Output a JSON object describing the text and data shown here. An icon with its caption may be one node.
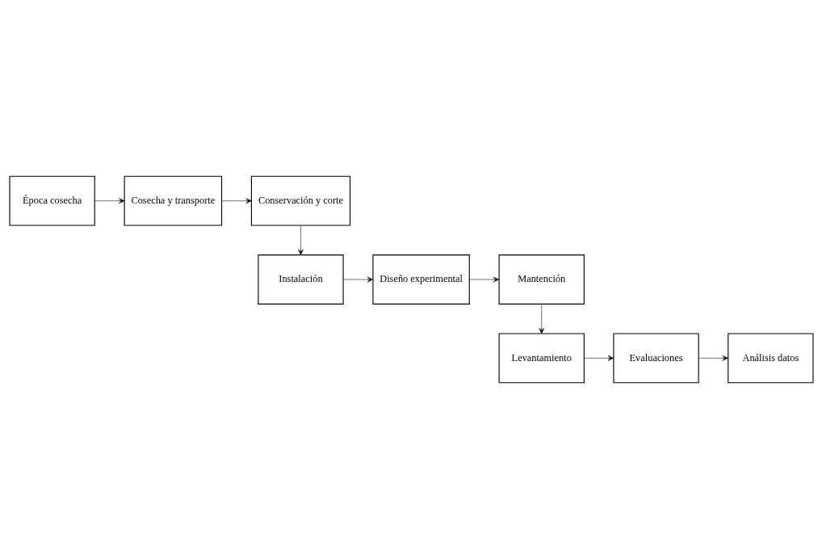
{
  "diagram": {
    "nodes": [
      {
        "text": [
          "Época cosecha"
        ]
      },
      {
        "text": [
          "Cosecha y transporte"
        ]
      },
      {
        "text": [
          "Conservación y corte"
        ]
      },
      {
        "text": [
          "Instalación"
        ]
      },
      {
        "text": [
          "Diseño experimental"
        ]
      },
      {
        "text": [
          "Mantención"
        ]
      },
      {
        "text": [
          "Levantamiento"
        ]
      },
      {
        "text": [
          "Evaluaciones"
        ]
      },
      {
        "text": [
          "Análisis datos"
        ]
      }
    ],
    "edges": [
      {
        "from": 0,
        "to": 1,
        "arrow": "to"
      },
      {
        "from": 1,
        "to": 2,
        "arrow": "to"
      },
      {
        "from": 2,
        "to": 3,
        "arrow": "to"
      },
      {
        "from": 3,
        "to": 4,
        "arrow": "to"
      },
      {
        "from": 4,
        "to": 5,
        "arrow": "to"
      },
      {
        "from": 5,
        "to": 6,
        "arrow": "to"
      },
      {
        "from": 6,
        "to": 7,
        "arrow": "to"
      },
      {
        "from": 7,
        "to": 8,
        "arrow": "to"
      }
    ]
  }
}
